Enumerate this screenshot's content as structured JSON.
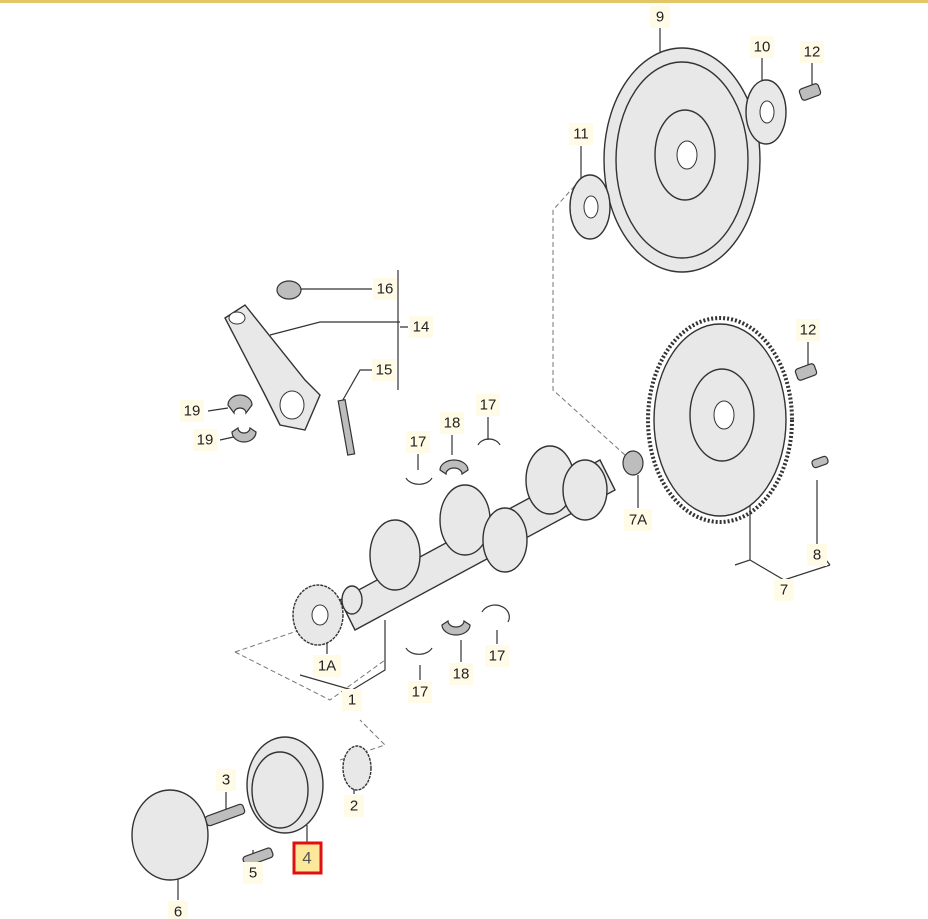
{
  "diagram": {
    "title": "Crankshaft, flywheel and connecting rod exploded view",
    "highlighted_label": "4",
    "highlight_color": "#e01010",
    "labels": {
      "l9": "9",
      "l10": "10",
      "l12a": "12",
      "l11": "11",
      "l16": "16",
      "l14": "14",
      "l15": "15",
      "l19a": "19",
      "l19b": "19",
      "l18a": "18",
      "l17a": "17",
      "l17b": "17",
      "l7A": "7A",
      "l12b": "12",
      "l8": "8",
      "l7": "7",
      "l1A": "1A",
      "l1": "1",
      "l18b": "18",
      "l17c": "17",
      "l17d": "17",
      "l3": "3",
      "l2": "2",
      "l4": "4",
      "l5": "5",
      "l6": "6"
    }
  }
}
